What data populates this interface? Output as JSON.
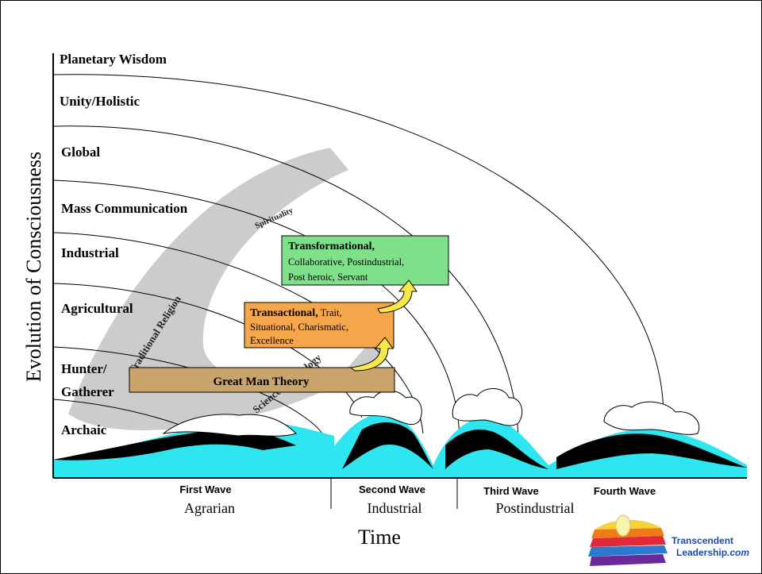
{
  "axes": {
    "y_label": "Evolution of Consciousness",
    "x_label": "Time"
  },
  "levels": [
    "Planetary Wisdom",
    "Unity/Holistic",
    "Global",
    "Mass Communication",
    "Industrial",
    "Agricultural",
    "Hunter/",
    "Gatherer",
    "Archaic"
  ],
  "waves": [
    {
      "title": "First Wave",
      "era": "Agrarian"
    },
    {
      "title": "Second Wave",
      "era": "Industrial"
    },
    {
      "title": "Third Wave",
      "era": "Postindustrial"
    },
    {
      "title": "Fourth Wave",
      "era": ""
    }
  ],
  "band_labels": {
    "traditional_religion": "Traditional Religion",
    "spirituality": "Spirituality",
    "science_technology": "Science/Technology"
  },
  "boxes": {
    "great_man": {
      "title": "Great Man Theory",
      "color": "#c9a56b"
    },
    "transactional": {
      "title": "Transactional,",
      "line1_rest": " Trait,",
      "line2": "Situational, Charismatic,",
      "line3": "Excellence",
      "color": "#f5a54a"
    },
    "transformational": {
      "title": "Transformational,",
      "line2": "Collaborative, Postindustrial,",
      "line3": "Post heroic, Servant",
      "color": "#7fe08a"
    }
  },
  "logo": {
    "line1": "Transcendent",
    "line2": "Leadership",
    "line2_suffix": ".com",
    "color": "#1b4aa8"
  },
  "colors": {
    "wave_cyan": "#2ee6f0",
    "band_gray": "#cccccc"
  }
}
